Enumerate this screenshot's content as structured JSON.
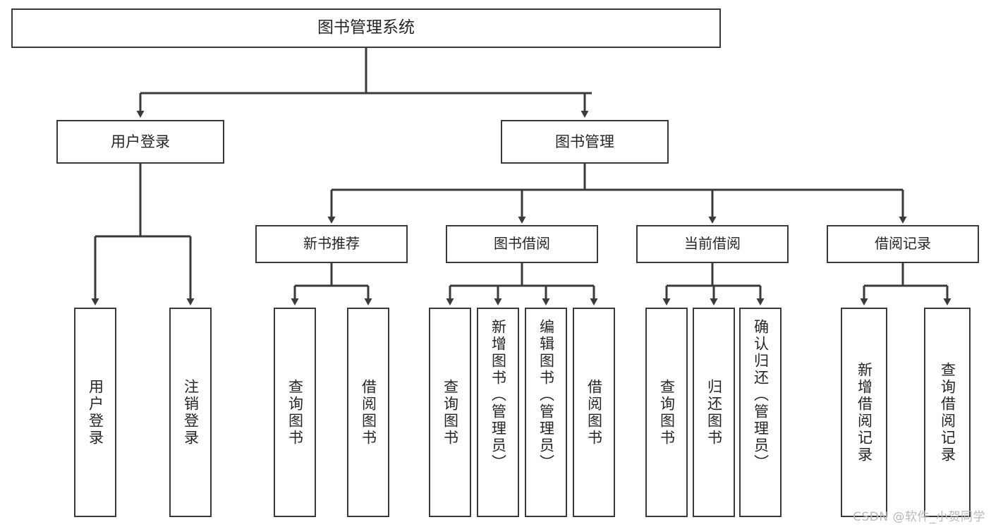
{
  "diagram": {
    "title": "图书管理系统",
    "type": "tree-structure-chart",
    "watermark": "CSDN @软件_小贺同学",
    "colors": {
      "stroke": "#3a3a3a",
      "fill": "#ffffff",
      "text": "#262626",
      "watermark": "#b9b9b9"
    }
  },
  "root": {
    "label": "图书管理系统"
  },
  "level1": [
    {
      "label": "用户登录"
    },
    {
      "label": "图书管理"
    }
  ],
  "level2": [
    {
      "label": "新书推荐"
    },
    {
      "label": "图书借阅"
    },
    {
      "label": "当前借阅"
    },
    {
      "label": "借阅记录"
    }
  ],
  "leaves": {
    "user_login": [
      {
        "label": "用户登录"
      },
      {
        "label": "注销登录"
      }
    ],
    "new_book_recommend": [
      {
        "label": "查询图书"
      },
      {
        "label": "借阅图书"
      }
    ],
    "book_borrow": [
      {
        "label": "查询图书"
      },
      {
        "label": "新增图书（管理员）"
      },
      {
        "label": "编辑图书（管理员）"
      },
      {
        "label": "借阅图书"
      }
    ],
    "current_borrow": [
      {
        "label": "查询图书"
      },
      {
        "label": "归还图书"
      },
      {
        "label": "确认归还（管理员）"
      }
    ],
    "borrow_record": [
      {
        "label": "新增借阅记录"
      },
      {
        "label": "查询借阅记录"
      }
    ]
  }
}
